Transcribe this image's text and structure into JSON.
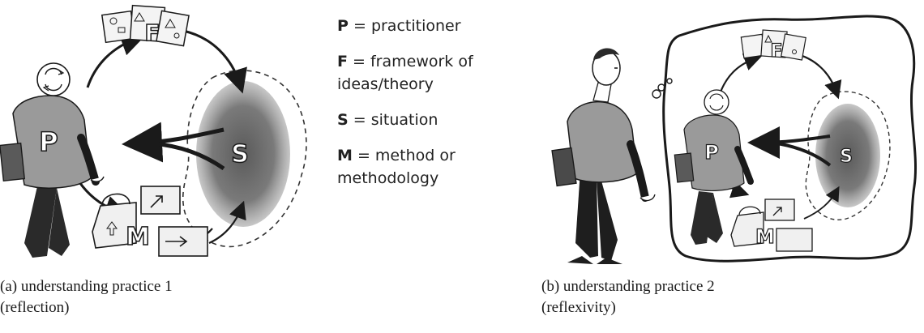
{
  "diagram_a": {
    "node_P": "P",
    "node_F": "F",
    "node_S": "S",
    "node_M": "M",
    "caption_line1": "(a) understanding practice 1",
    "caption_line2": "(reflection)"
  },
  "legend": {
    "items": [
      {
        "key": "P",
        "sep": " = ",
        "text": "practitioner"
      },
      {
        "key": "F",
        "sep": " = ",
        "text": "framework  of ideas/theory"
      },
      {
        "key": "S",
        "sep": " = ",
        "text": "situation"
      },
      {
        "key": "M",
        "sep": " = ",
        "text": "method or methodology"
      }
    ]
  },
  "diagram_b": {
    "node_P": "P",
    "node_F": "F",
    "node_S": "S",
    "node_M": "M",
    "caption_line1": "(b) understanding practice 2",
    "caption_line2": "(reflexivity)"
  },
  "colors": {
    "ink": "#1a1a1a",
    "shirt": "#9a9a9a",
    "situation_blob": "#6e6e6e",
    "paper": "#f4f4f4"
  }
}
